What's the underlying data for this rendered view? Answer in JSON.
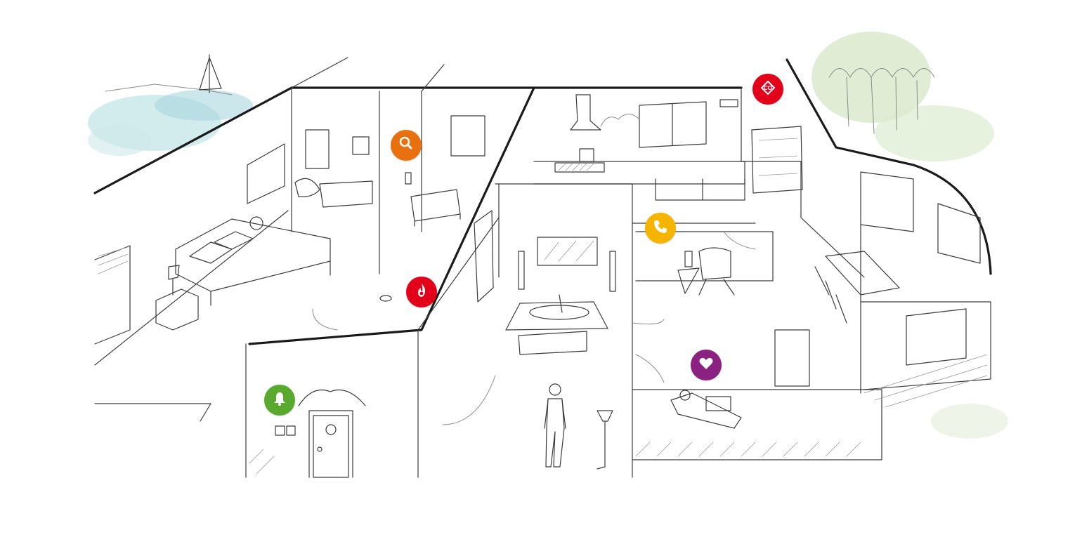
{
  "markers": [
    {
      "id": "baby-monitor",
      "icon": "baby-rattle-icon",
      "color": "#e8700e"
    },
    {
      "id": "carbon-monoxide",
      "icon": "co-detector-icon",
      "color": "#e2001a",
      "label": "CO"
    },
    {
      "id": "phone",
      "icon": "phone-icon",
      "color": "#f5b400"
    },
    {
      "id": "fire",
      "icon": "flame-icon",
      "color": "#e2001a"
    },
    {
      "id": "health",
      "icon": "heart-icon",
      "color": "#8b2181"
    },
    {
      "id": "doorbell",
      "icon": "bell-icon",
      "color": "#5aa92f"
    }
  ]
}
